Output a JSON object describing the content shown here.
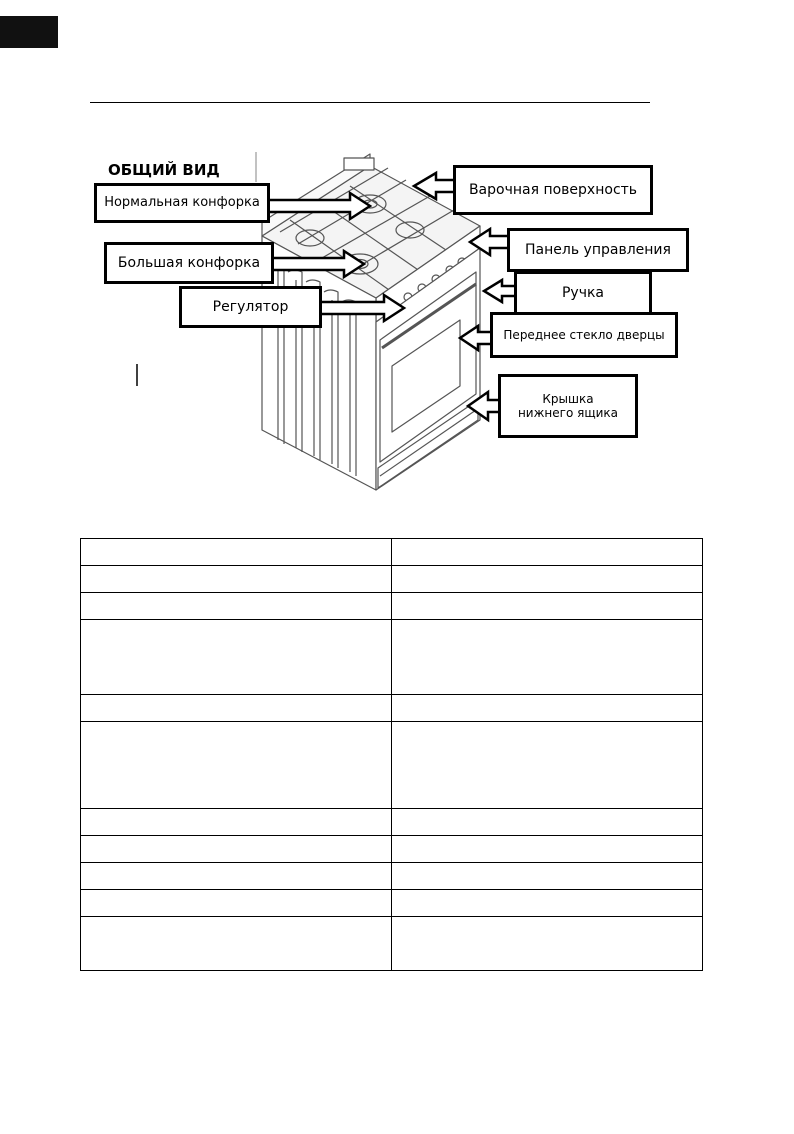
{
  "section": {
    "title": "ОБЩИЙ ВИД"
  },
  "callouts": {
    "normal_burner": "Нормальная конфорка",
    "hob": "Варочная поверхность",
    "control_panel": "Панель управления",
    "large_burner": "Большая конфорка",
    "handle": "Ручка",
    "knob": "Регулятор",
    "door_glass": "Переднее стекло дверцы",
    "drawer_cover": "Крышка нижнего ящика"
  },
  "spec_table": {
    "rows": [
      {
        "col1": "",
        "col2": ""
      },
      {
        "col1": "",
        "col2": ""
      },
      {
        "col1": "",
        "col2": ""
      },
      {
        "col1": "",
        "col2": ""
      },
      {
        "col1": "",
        "col2": ""
      },
      {
        "col1": "",
        "col2": ""
      },
      {
        "col1": "",
        "col2": ""
      },
      {
        "col1": "",
        "col2": ""
      },
      {
        "col1": "",
        "col2": ""
      },
      {
        "col1": "",
        "col2": ""
      },
      {
        "col1": "",
        "col2": ""
      }
    ]
  }
}
